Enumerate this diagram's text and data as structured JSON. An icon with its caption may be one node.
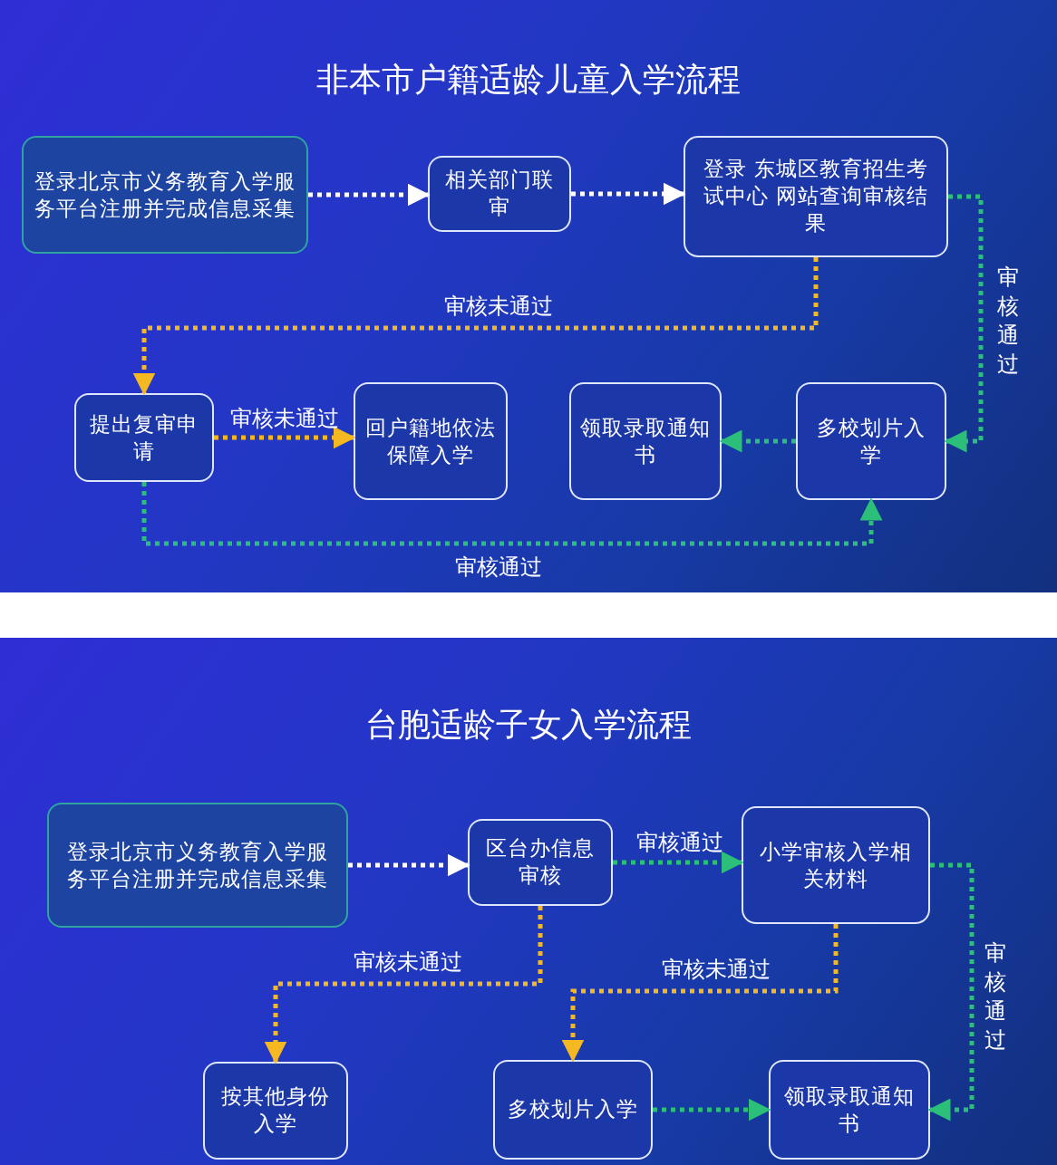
{
  "diagram": {
    "nodes": [
      {
        "text": [
          "非本市户籍适龄儿童入学流程"
        ]
      },
      {
        "text": [
          "登录北京市义务教育入学服务平台注册并完成信息采集"
        ],
        "in": 0
      },
      {
        "text": [
          "相关部门联审"
        ],
        "in": 0
      },
      {
        "text": [
          "登录 东城区教育招生考试中心 网站查询审核结果"
        ],
        "in": 0
      },
      {
        "text": [
          "提出复审申请"
        ],
        "in": 0
      },
      {
        "text": [
          "回户籍地依法保障入学"
        ],
        "in": 0
      },
      {
        "text": [
          "领取录取通知书"
        ],
        "in": 0
      },
      {
        "text": [
          "多校划片入学"
        ],
        "in": 0
      },
      {
        "text": [
          "台胞适龄子女入学流程"
        ]
      },
      {
        "text": [
          "登录北京市义务教育入学服务平台注册并完成信息采集"
        ],
        "in": 8
      },
      {
        "text": [
          "区台办信息审核"
        ],
        "in": 8
      },
      {
        "text": [
          "小学审核入学相关材料"
        ],
        "in": 8
      },
      {
        "text": [
          "按其他身份入学"
        ],
        "in": 8
      },
      {
        "text": [
          "多校划片入学"
        ],
        "in": 8
      },
      {
        "text": [
          "领取录取通知书"
        ],
        "in": 8
      }
    ],
    "edges": [
      {
        "from": 1,
        "to": 2,
        "arrow": "to",
        "color": "#ffffff"
      },
      {
        "from": 2,
        "to": 3,
        "arrow": "to",
        "color": "#ffffff"
      },
      {
        "from": 3,
        "to": 4,
        "arrow": "to",
        "label": "审核未通过",
        "color": "#f5b820"
      },
      {
        "from": 3,
        "to": 7,
        "arrow": "to",
        "label": "审核通过"
      },
      {
        "from": 4,
        "to": 5,
        "arrow": "to",
        "label": "审核未通过",
        "color": "#f5b820"
      },
      {
        "from": 7,
        "to": 6,
        "arrow": "to"
      },
      {
        "from": 4,
        "to": 7,
        "arrow": "to",
        "label": "审核通过"
      },
      {
        "from": 9,
        "to": 10,
        "arrow": "to",
        "color": "#ffffff"
      },
      {
        "from": 10,
        "to": 11,
        "arrow": "to",
        "label": "审核通过"
      },
      {
        "from": 10,
        "to": 12,
        "arrow": "to",
        "label": "审核未通过",
        "color": "#f5b820"
      },
      {
        "from": 11,
        "to": 13,
        "arrow": "to",
        "label": "审核未通过",
        "color": "#f5b820"
      },
      {
        "from": 11,
        "to": 14,
        "arrow": "to",
        "label": "审核通过"
      },
      {
        "from": 13,
        "to": 14,
        "arrow": "to"
      }
    ]
  }
}
